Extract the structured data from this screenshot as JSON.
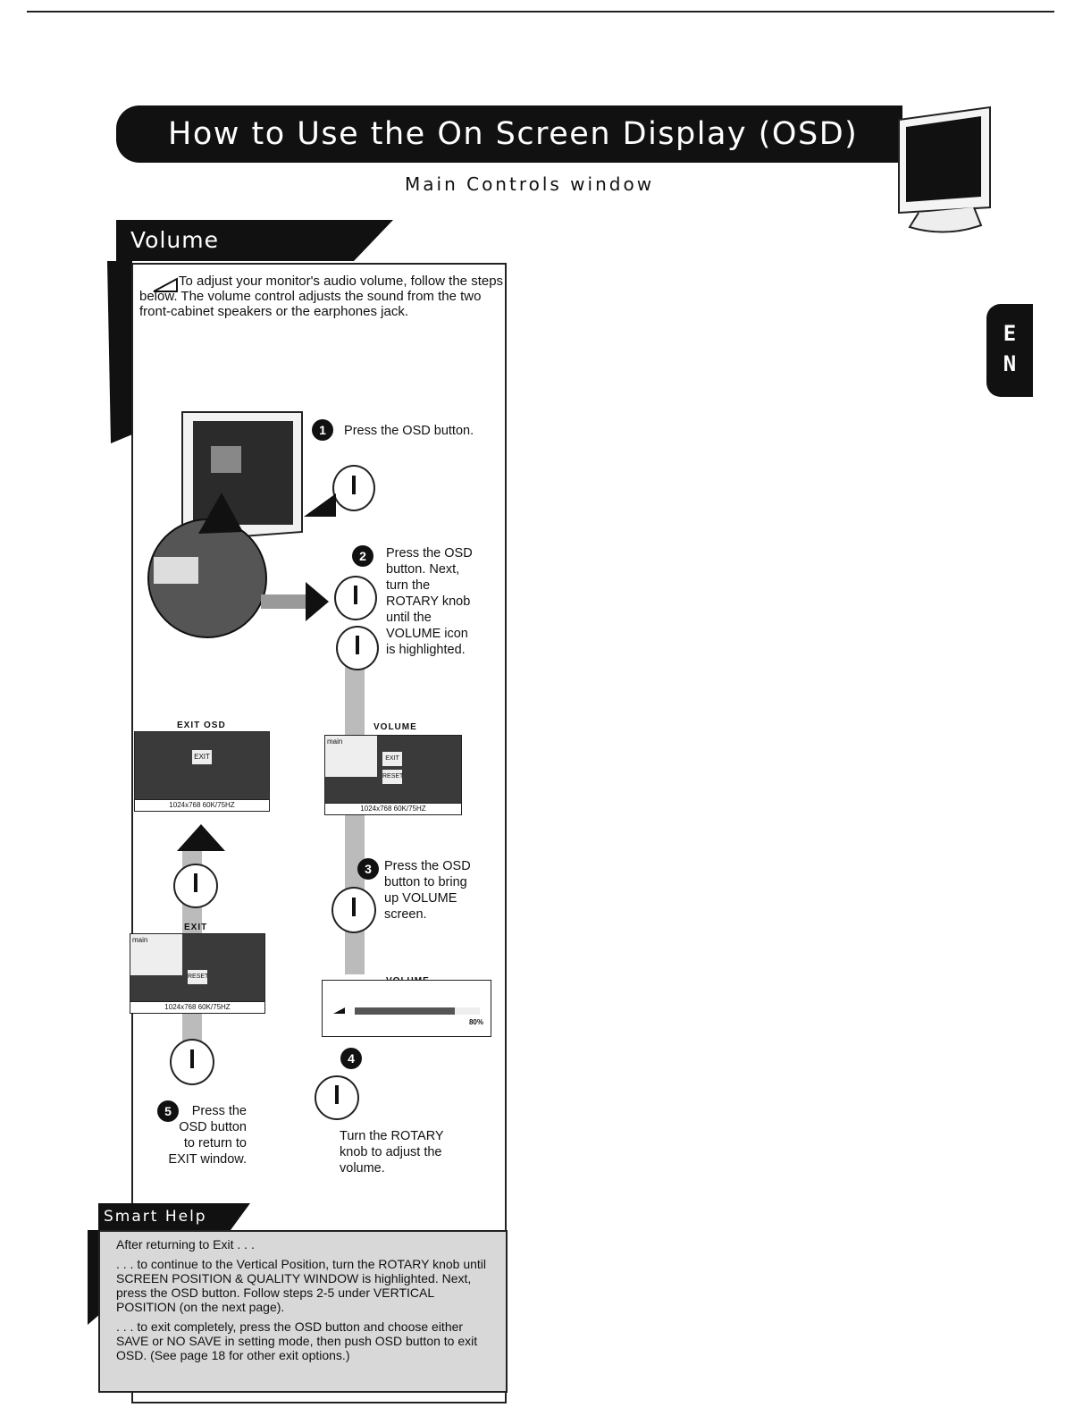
{
  "header": {
    "title": "How to Use the On Screen Display (OSD)",
    "subtitle": "Main Controls window"
  },
  "side_tab": {
    "letters": [
      "E",
      "N"
    ]
  },
  "section": {
    "title": "Volume",
    "intro": "To adjust your monitor's audio volume, follow the steps below. The volume control adjusts the sound from the two front-cabinet speakers or the earphones jack."
  },
  "steps": [
    {
      "num": "1",
      "text": "Press the OSD button."
    },
    {
      "num": "2",
      "text": "Press the OSD button. Next, turn the ROTARY knob until the VOLUME icon is highlighted."
    },
    {
      "num": "3",
      "text": "Press the OSD button to bring up VOLUME screen."
    },
    {
      "num": "4",
      "text": "Turn the ROTARY knob to adjust the volume."
    },
    {
      "num": "5",
      "text": "Press the OSD button to return to EXIT window."
    }
  ],
  "screens": {
    "exit_osd": {
      "label": "EXIT OSD",
      "item": "EXIT",
      "footer": "1024x768  60K/75HZ"
    },
    "volume_main": {
      "label": "VOLUME",
      "menu": "main",
      "items": [
        "EXIT",
        "RESET"
      ],
      "footer": "1024x768  60K/75HZ"
    },
    "exit": {
      "label": "EXIT",
      "menu": "main",
      "items": [
        "RESET"
      ],
      "footer": "1024x768  60K/75HZ"
    },
    "volume_bar": {
      "label": "VOLUME",
      "level_percent": 80,
      "level_text": "80%"
    }
  },
  "smart_help": {
    "title": "Smart Help",
    "lead": "After returning to Exit . . .",
    "para1": ". . . to continue to the Vertical Position, turn the ROTARY knob until SCREEN POSITION & QUALITY WINDOW is highlighted. Next, press the OSD button. Follow steps 2-5 under VERTICAL POSITION (on the next page).",
    "para2": ". . . to exit completely, press the OSD button and choose either SAVE or NO SAVE in setting mode, then push OSD button to exit OSD. (See page 18 for other exit options.)"
  }
}
